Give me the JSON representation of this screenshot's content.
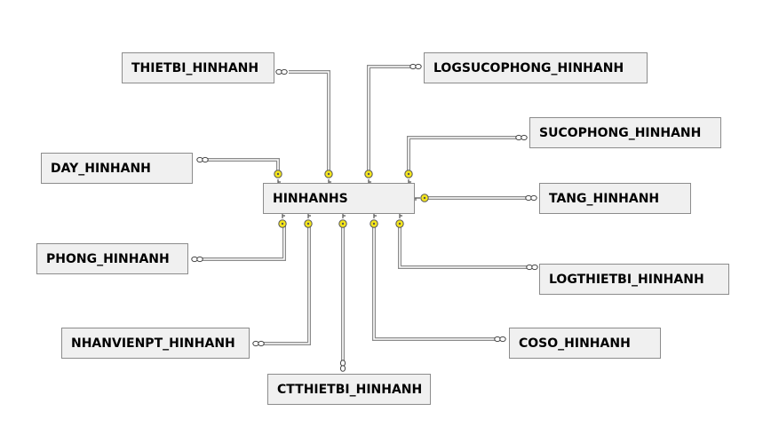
{
  "diagram": {
    "central_table": "HINHANHS",
    "related_tables": {
      "thietbi": "THIETBI_HINHANH",
      "logsucophong": "LOGSUCOPHONG_HINHANH",
      "sucophong": "SUCOPHONG_HINHANH",
      "day": "DAY_HINHANH",
      "tang": "TANG_HINHANH",
      "phong": "PHONG_HINHANH",
      "logthietbi": "LOGTHIETBI_HINHANH",
      "nhanvienpt": "NHANVIENPT_HINHANH",
      "coso": "COSO_HINHANH",
      "ctthietbi": "CTTHIETBI_HINHANH"
    }
  }
}
